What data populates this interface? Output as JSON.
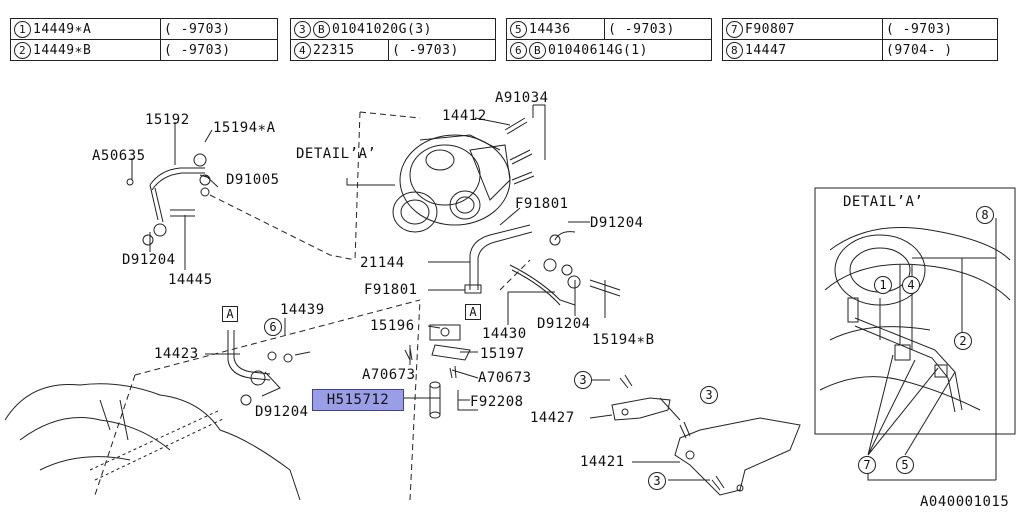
{
  "legend": [
    {
      "num": "1",
      "part": "14449∗A",
      "range": "(     -9703)"
    },
    {
      "num": "2",
      "part": "14449∗B",
      "range": "(     -9703)"
    },
    {
      "num": "3",
      "badge": "B",
      "part": "01041020G(3)",
      "range": ""
    },
    {
      "num": "4",
      "part": "22315",
      "range": "(     -9703)"
    },
    {
      "num": "5",
      "part": "14436",
      "range": "(     -9703)"
    },
    {
      "num": "6",
      "badge": "B",
      "part": "01040614G(1)",
      "range": ""
    },
    {
      "num": "7",
      "part": "F90807",
      "range": "(     -9703)"
    },
    {
      "num": "8",
      "part": "14447",
      "range": "(9704-    )"
    }
  ],
  "labels": {
    "a91034": "A91034",
    "p14412": "14412",
    "p15192": "15192",
    "p15194a": "15194∗A",
    "a50635": "A50635",
    "detail_ref": "DETAIL’A’",
    "d91005": "D91005",
    "f91801_top": "F91801",
    "d91204_top": "D91204",
    "d91204_left": "D91204",
    "p14445": "14445",
    "p21144": "21144",
    "f91801_mid": "F91801",
    "p14430": "14430",
    "d91204_mid": "D91204",
    "p15194b": "15194∗B",
    "p14439": "14439",
    "p14423": "14423",
    "p15196": "15196",
    "p15197": "15197",
    "a70673_left": "A70673",
    "a70673_right": "A70673",
    "h515712": "H515712",
    "f92208": "F92208",
    "d91204_bottom": "D91204",
    "p14427": "14427",
    "p14421": "14421",
    "detail_box_title": "DETAIL’A’",
    "footer_code": "A040001015"
  },
  "markers": {
    "a_square": "A",
    "c1": "1",
    "c2": "2",
    "c3": "3",
    "c4": "4",
    "c5": "5",
    "c6": "6",
    "c7": "7",
    "c8": "8"
  },
  "colors": {
    "highlight": "#9a9ee6",
    "line": "#222222"
  }
}
